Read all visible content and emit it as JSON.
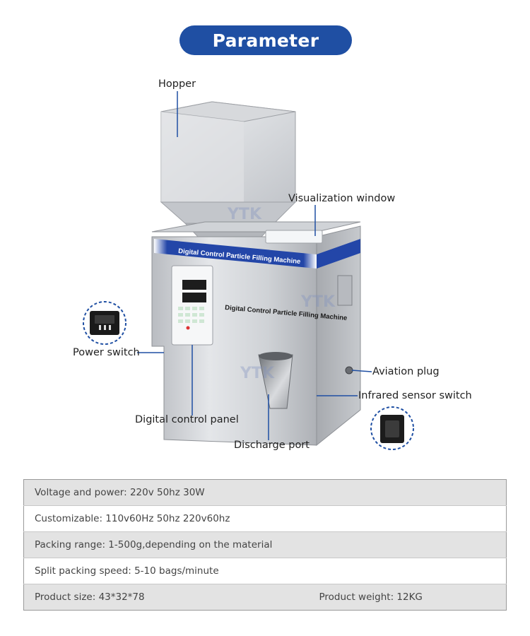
{
  "header": {
    "title": "Parameter"
  },
  "watermark": "YTK",
  "machine": {
    "banner_text": "Digital Control Particle Filling Machine",
    "front_text": "Digital Control Particle Filling Machine"
  },
  "callouts": {
    "hopper": "Hopper",
    "visualization_window": "Visualization window",
    "power_switch": "Power switch",
    "aviation_plug": "Aviation plug",
    "infrared_sensor_switch": "Infrared sensor switch",
    "digital_control_panel": "Digital control panel",
    "discharge_port": "Discharge port"
  },
  "specs": [
    {
      "left": "Voltage and power: 220v 50hz 30W",
      "right": "",
      "shaded": true
    },
    {
      "left": "Customizable: 110v60Hz 50hz 220v60hz",
      "right": "",
      "shaded": false
    },
    {
      "left": "Packing range: 1-500g,depending on the material",
      "right": "",
      "shaded": true
    },
    {
      "left": "Split packing speed: 5-10 bags/minute",
      "right": "",
      "shaded": false
    },
    {
      "left": "Product size: 43*32*78",
      "right": "Product weight: 12KG",
      "shaded": true
    }
  ],
  "colors": {
    "title_bg": "#1f4fa3",
    "leader_line": "#1f4fa3",
    "steel": "#c9ccd1",
    "banner": "#2346a8"
  }
}
